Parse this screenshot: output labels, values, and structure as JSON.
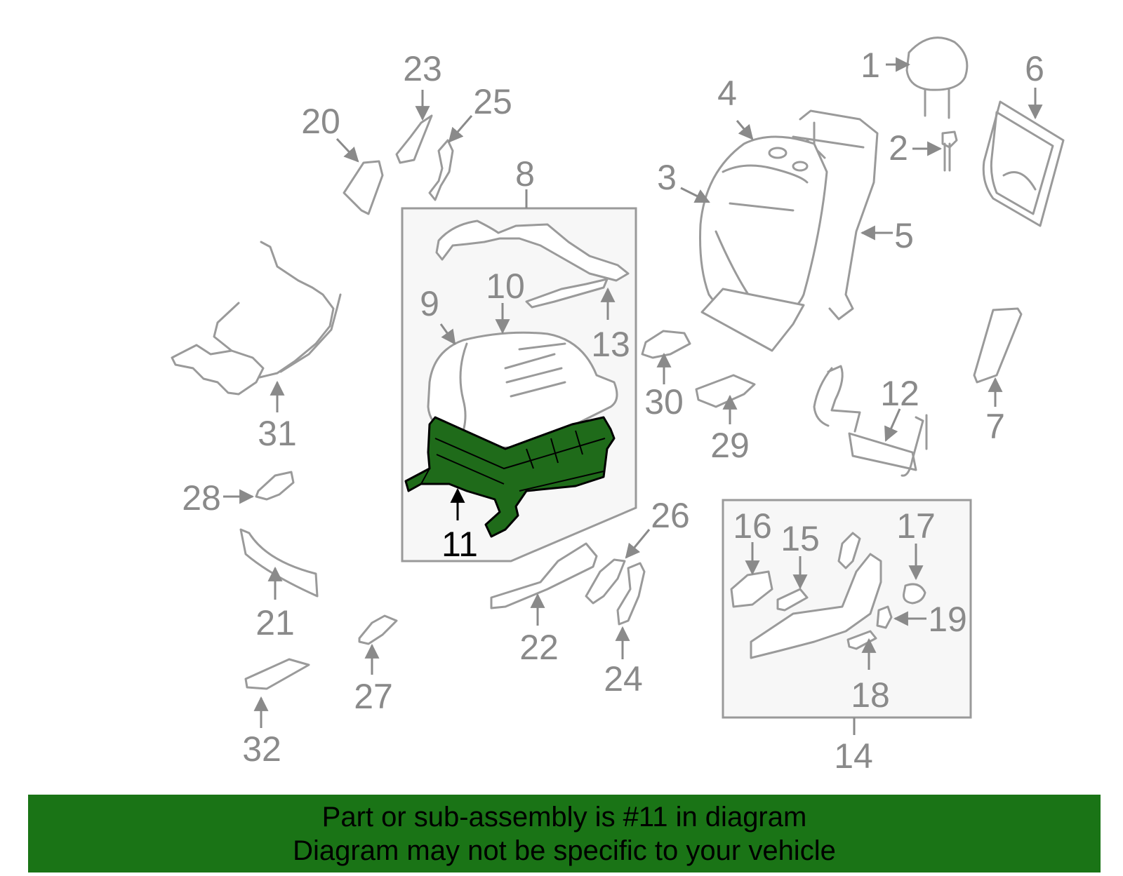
{
  "diagram": {
    "highlight_color": "#1a7416",
    "highlighted_part": "11",
    "callouts": [
      "1",
      "2",
      "3",
      "4",
      "5",
      "6",
      "7",
      "8",
      "9",
      "10",
      "11",
      "12",
      "13",
      "14",
      "15",
      "16",
      "17",
      "18",
      "19",
      "20",
      "21",
      "22",
      "23",
      "24",
      "25",
      "26",
      "27",
      "28",
      "29",
      "30",
      "31",
      "32"
    ]
  },
  "banner": {
    "line1": "Part or sub-assembly is #11 in diagram",
    "line2": "Diagram may not be specific to your vehicle"
  }
}
